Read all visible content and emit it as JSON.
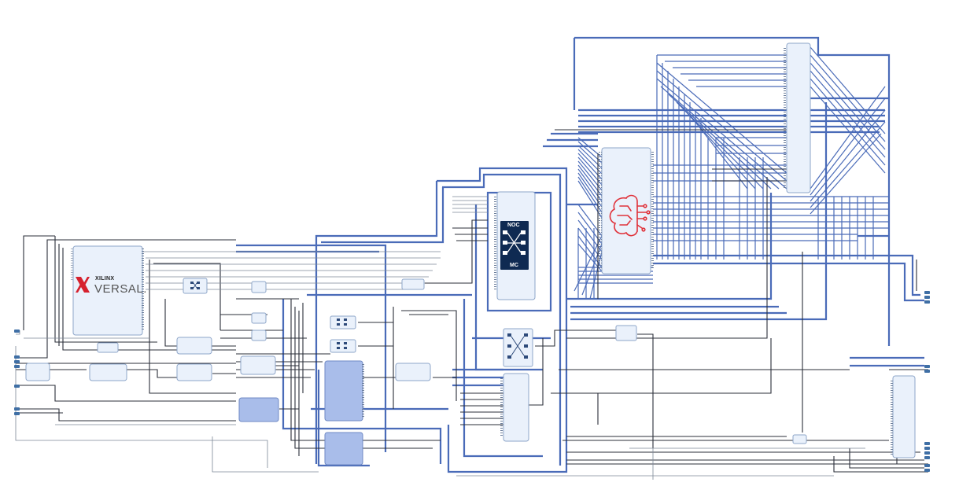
{
  "diagram": {
    "versal_logo": {
      "brand": "XILINX",
      "product": "VERSAL.",
      "icon": "xilinx-x-logo-icon",
      "icon_color": "#d6212e"
    },
    "noc_logo": {
      "top_text": "NOC",
      "bottom_text": "MC",
      "icon": "noc-crossbar-icon",
      "fill_color": "#0f2a52"
    },
    "ai_engine_logo": {
      "icon": "ai-brain-circuit-icon",
      "color": "#e0323a"
    },
    "colors": {
      "block_fill": "#eaf1fb",
      "block_border": "#8ea6c9",
      "highlight_block_fill": "#a9bdea",
      "bus_net": "#4a6bb8",
      "signal_net": "#2b2f3a",
      "thin_net": "#7c8796"
    }
  }
}
